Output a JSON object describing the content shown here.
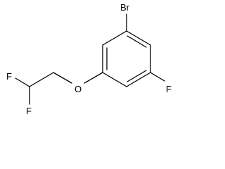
{
  "molecule": {
    "atoms": {
      "bromine": "Br",
      "oxygen": "O",
      "fluorine_ring": "F",
      "fluorine_top": "F",
      "fluorine_bottom": "F"
    },
    "colors": {
      "bond": "#000000",
      "label": "#000000",
      "background": "#ffffff"
    }
  }
}
